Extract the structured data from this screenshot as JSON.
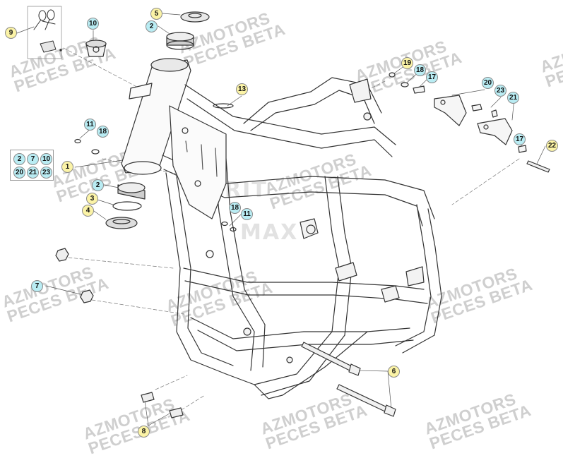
{
  "watermark": {
    "line1": "AZMOTORS",
    "line2": "PECES BETA"
  },
  "center_logo": {
    "top": "RIT",
    "bottom": "MAX"
  },
  "callouts": [
    {
      "id": "c9",
      "label": "9",
      "style": "yellow"
    },
    {
      "id": "c10",
      "label": "10",
      "style": "cyan"
    },
    {
      "id": "c5",
      "label": "5",
      "style": "yellow"
    },
    {
      "id": "c2a",
      "label": "2",
      "style": "cyan"
    },
    {
      "id": "c13",
      "label": "13",
      "style": "yellow"
    },
    {
      "id": "c11a",
      "label": "11",
      "style": "cyan"
    },
    {
      "id": "c18a",
      "label": "18",
      "style": "cyan"
    },
    {
      "id": "c1",
      "label": "1",
      "style": "yellow"
    },
    {
      "id": "c2b",
      "label": "2",
      "style": "cyan"
    },
    {
      "id": "c3",
      "label": "3",
      "style": "yellow"
    },
    {
      "id": "c4",
      "label": "4",
      "style": "yellow"
    },
    {
      "id": "c7",
      "label": "7",
      "style": "cyan"
    },
    {
      "id": "c8",
      "label": "8",
      "style": "yellow"
    },
    {
      "id": "c19",
      "label": "19",
      "style": "yellow"
    },
    {
      "id": "c18b",
      "label": "18",
      "style": "cyan"
    },
    {
      "id": "c17a",
      "label": "17",
      "style": "cyan"
    },
    {
      "id": "c20",
      "label": "20",
      "style": "cyan"
    },
    {
      "id": "c23",
      "label": "23",
      "style": "cyan"
    },
    {
      "id": "c21",
      "label": "21",
      "style": "cyan"
    },
    {
      "id": "c17b",
      "label": "17",
      "style": "cyan"
    },
    {
      "id": "c22",
      "label": "22",
      "style": "yellow"
    },
    {
      "id": "c18c",
      "label": "18",
      "style": "cyan"
    },
    {
      "id": "c11b",
      "label": "11",
      "style": "cyan"
    },
    {
      "id": "c6",
      "label": "6",
      "style": "yellow"
    }
  ],
  "kit_legend": [
    "2",
    "7",
    "10",
    "20",
    "21",
    "23"
  ],
  "colors": {
    "yellow": "#fbf3a6",
    "cyan": "#b9ecf3",
    "line": "#333333"
  }
}
